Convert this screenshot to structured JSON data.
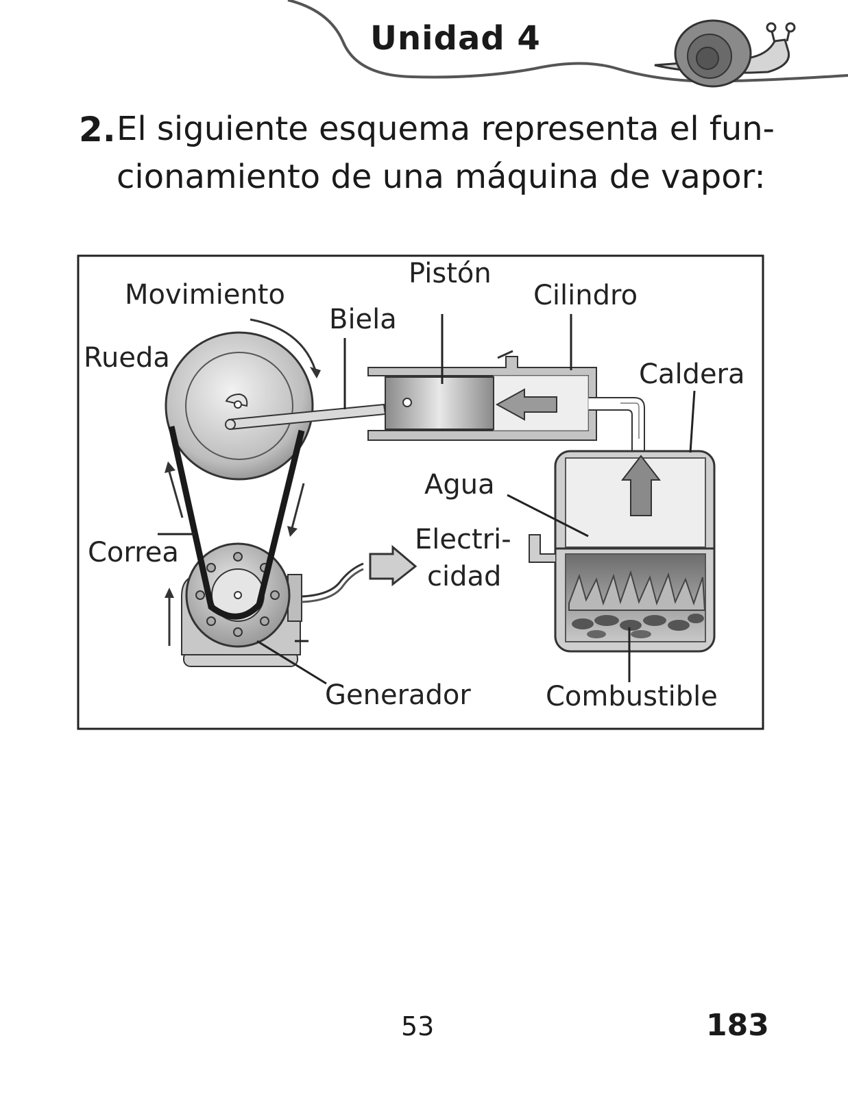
{
  "header": {
    "unit_title": "Unidad 4"
  },
  "question": {
    "number": "2.",
    "line1": "El siguiente esquema representa el fun-",
    "line2": "cionamiento de una máquina de vapor:"
  },
  "diagram": {
    "labels": {
      "movimiento": "Movimiento",
      "piston": "Pistón",
      "cilindro": "Cilindro",
      "biela": "Biela",
      "rueda": "Rueda",
      "caldera": "Caldera",
      "agua": "Agua",
      "electricidad_1": "Electri-",
      "electricidad_2": "cidad",
      "correa": "Correa",
      "generador": "Generador",
      "combustible": "Combustible"
    }
  },
  "footer": {
    "page_center": "53",
    "page_right": "183"
  }
}
